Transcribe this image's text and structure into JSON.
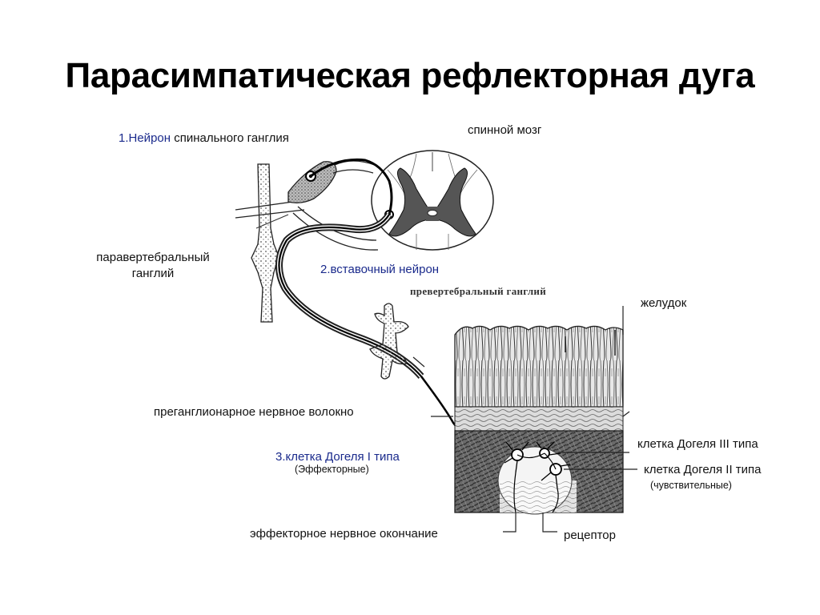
{
  "title": "Парасимпатическая рефлекторная дуга",
  "labels": {
    "neuron1_prefix": "1.Нейрон",
    "neuron1_rest": " спинального ганглия",
    "spinal_cord": "спинной мозг",
    "paravertebral_line1": "паравертебральный",
    "paravertebral_line2": "ганглий",
    "interneuron": "2.вставочный нейрон",
    "prevertebral": "превертебральный ганглий",
    "stomach": "желудок",
    "preganglionic": "преганглионарное нервное волокно",
    "dogiel1": "3.клетка Догеля I типа",
    "dogiel1_note": "(Эффекторные)",
    "dogiel3": "клетка Догеля III типа",
    "dogiel2": "клетка Догеля II типа",
    "dogiel2_note": "(чувствительные)",
    "effector_ending": "эффекторное нервное окончание",
    "receptor": "рецептор"
  },
  "colors": {
    "label_accent": "#1a2a8c",
    "ink": "#111111"
  }
}
